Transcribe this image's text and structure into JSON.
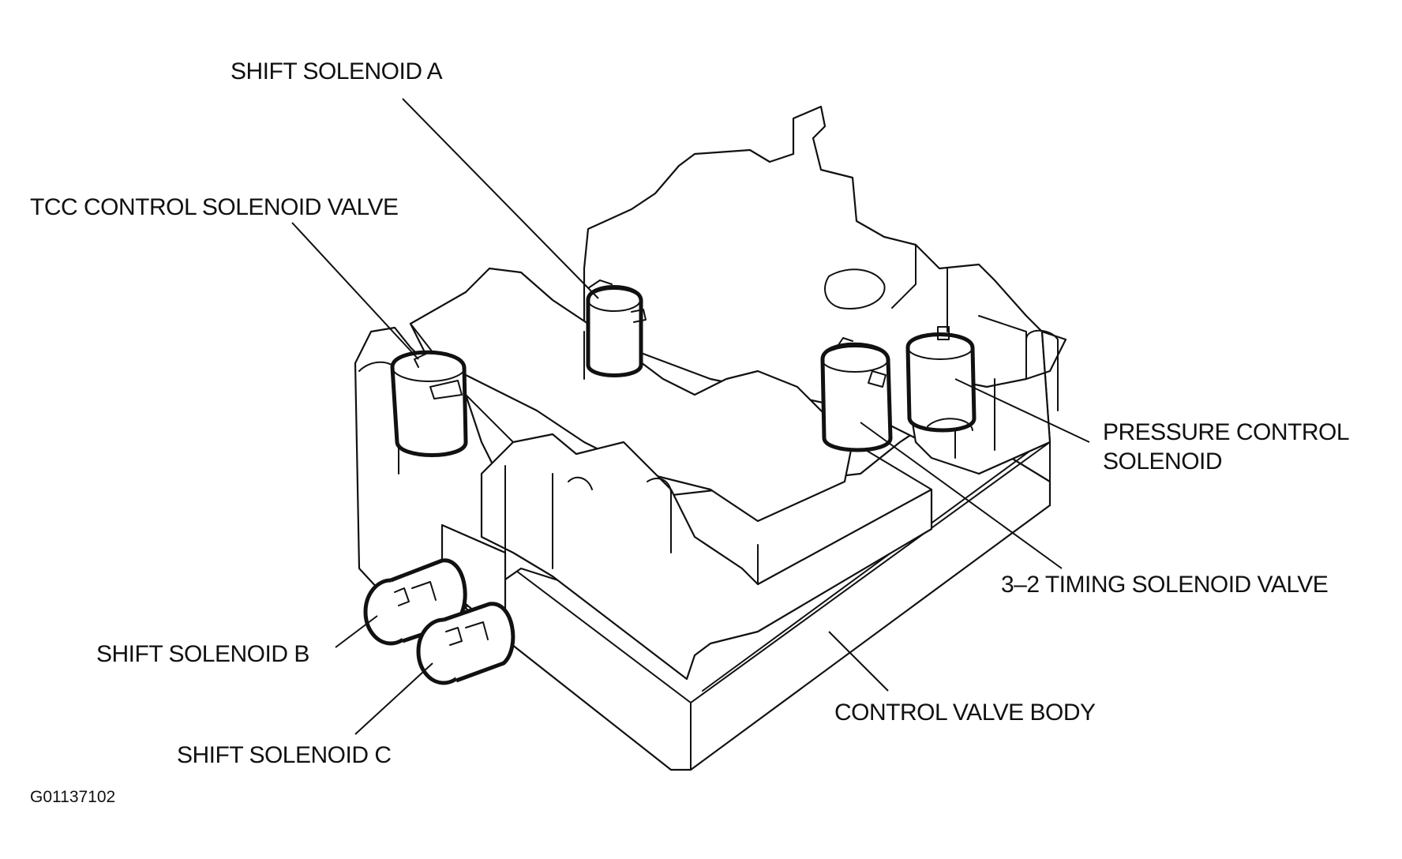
{
  "labels": {
    "shift_solenoid_a": "SHIFT SOLENOID A",
    "tcc_control_solenoid_valve": "TCC CONTROL SOLENOID VALVE",
    "pressure_control_solenoid_line1": "PRESSURE CONTROL",
    "pressure_control_solenoid_line2": "SOLENOID",
    "timing_solenoid_valve": "3–2 TIMING SOLENOID VALVE",
    "shift_solenoid_b": "SHIFT SOLENOID B",
    "shift_solenoid_c": "SHIFT SOLENOID C",
    "control_valve_body": "CONTROL VALVE BODY"
  },
  "figure_code": "G01137102",
  "colors": {
    "ink": "#111111",
    "background": "#ffffff"
  }
}
